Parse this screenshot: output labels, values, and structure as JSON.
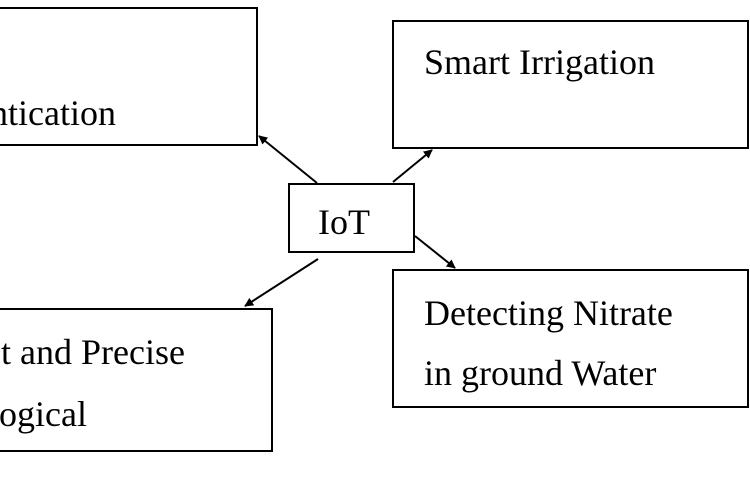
{
  "nodes": {
    "center": {
      "label": "IoT"
    },
    "top_left": {
      "lines": [
        "ntication"
      ]
    },
    "top_right": {
      "lines": [
        "Smart Irrigation"
      ]
    },
    "bottom_left": {
      "lines": [
        "t and Precise",
        "ogical"
      ]
    },
    "bottom_right": {
      "lines": [
        "Detecting Nitrate",
        "in ground Water"
      ]
    }
  },
  "colors": {
    "stroke": "#000000",
    "background": "#ffffff"
  }
}
